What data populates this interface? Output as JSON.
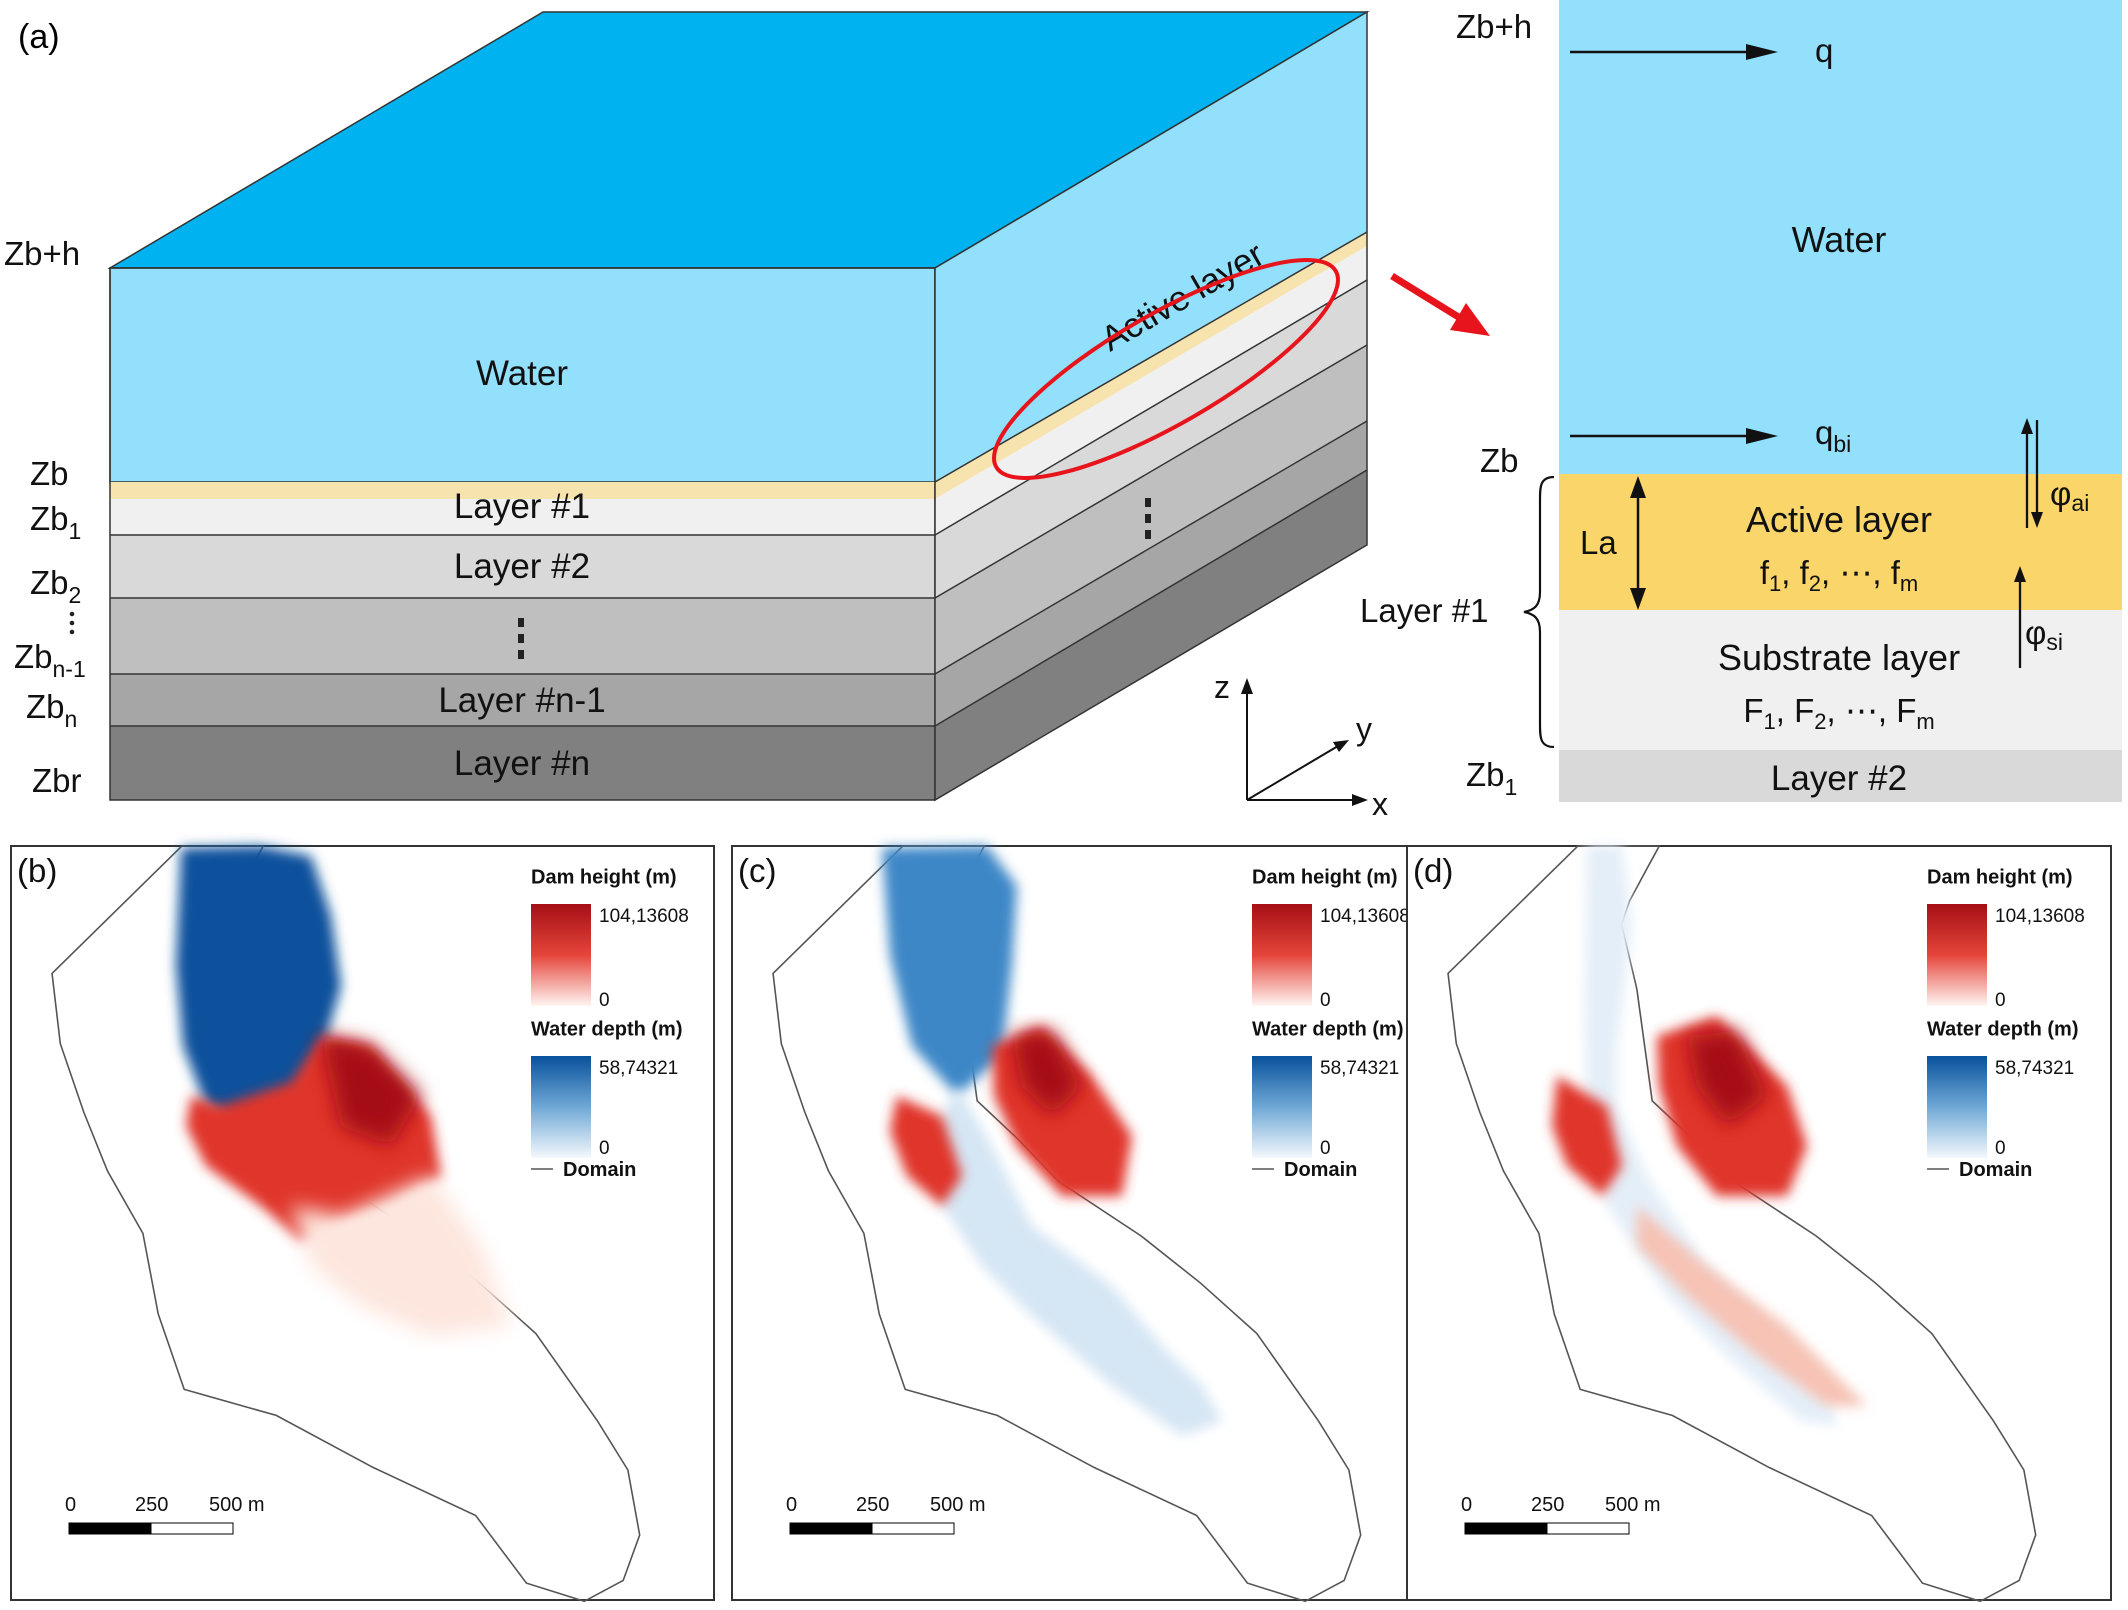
{
  "panel_a": {
    "label": "(a)",
    "left_labels": {
      "zbh": "Zb+h",
      "zb": "Zb",
      "zb1_base": "Zb",
      "zb1_sub": "1",
      "zb2_base": "Zb",
      "zb2_sub": "2",
      "zbn1_base": "Zb",
      "zbn1_sub": "n-1",
      "zbn_base": "Zb",
      "zbn_sub": "n",
      "zbr": "Zbr"
    },
    "front_labels": {
      "water": "Water",
      "layer1": "Layer #1",
      "layer2": "Layer #2",
      "layern1": "Layer #n-1",
      "layern": "Layer #n"
    },
    "active_layer_label": "Active layer",
    "axes": {
      "z": "z",
      "y": "y",
      "x": "x"
    }
  },
  "panel_detail": {
    "zbh": "Zb+h",
    "q": "q",
    "water": "Water",
    "qbi_base": "q",
    "qbi_sub": "bi",
    "zb": "Zb",
    "phi_ai_base": "φ",
    "phi_ai_sub": "ai",
    "la": "La",
    "active_layer": "Active layer",
    "f_line": [
      {
        "b": "f",
        "s": "1",
        "t": ", "
      },
      {
        "b": "f",
        "s": "2",
        "t": ", ⋯, "
      },
      {
        "b": "f",
        "s": "m",
        "t": ""
      }
    ],
    "layer1": "Layer #1",
    "phi_si_base": "φ",
    "phi_si_sub": "si",
    "substrate": "Substrate layer",
    "F_line": [
      {
        "b": "F",
        "s": "1",
        "t": ", "
      },
      {
        "b": "F",
        "s": "2",
        "t": ", ⋯, "
      },
      {
        "b": "F",
        "s": "m",
        "t": ""
      }
    ],
    "zb1_base": "Zb",
    "zb1_sub": "1",
    "layer2": "Layer #2"
  },
  "maps": [
    {
      "label": "(b)"
    },
    {
      "label": "(c)"
    },
    {
      "label": "(d)"
    }
  ],
  "legend": {
    "dam_title": "Dam height (m)",
    "dam_max": "104,13608",
    "dam_min": "0",
    "water_title": "Water depth (m)",
    "water_max": "58,74321",
    "water_min": "0",
    "domain": "Domain"
  },
  "scalebar": {
    "t0": "0",
    "t1": "250",
    "t2": "500 m"
  },
  "colors": {
    "water_light": "#92E0FC",
    "water_top": "#00B3F0",
    "water_side": "#92E0FC",
    "active": "#FAD56A",
    "active_thin": "#F7E3AE",
    "layer1": "#F0F0F0",
    "layer2": "#D9D9D9",
    "layer3": "#BFBFBF",
    "layern1": "#A6A6A6",
    "layern": "#808080",
    "dam_dark": "#A50F15",
    "dam_mid": "#E5453A",
    "dam_light": "#FDE0D8",
    "water_dark": "#08519C",
    "water_mid": "#3D87C7",
    "water_pale": "#DCEAF6",
    "red_arrow": "#E8141B"
  }
}
